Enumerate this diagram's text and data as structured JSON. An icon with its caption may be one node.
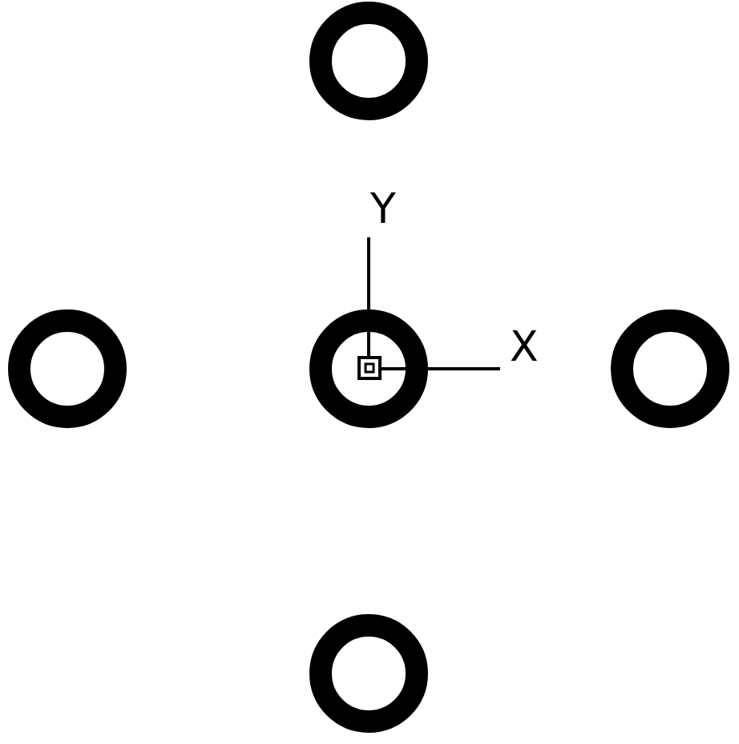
{
  "diagram": {
    "nodes": [
      {
        "text": [],
        "shape": "circle"
      },
      {
        "text": [],
        "shape": "circle"
      },
      {
        "text": [],
        "shape": "circle"
      },
      {
        "text": [],
        "shape": "circle"
      },
      {
        "text": [],
        "shape": "circle"
      }
    ],
    "labels": [
      "Y",
      "X"
    ]
  }
}
